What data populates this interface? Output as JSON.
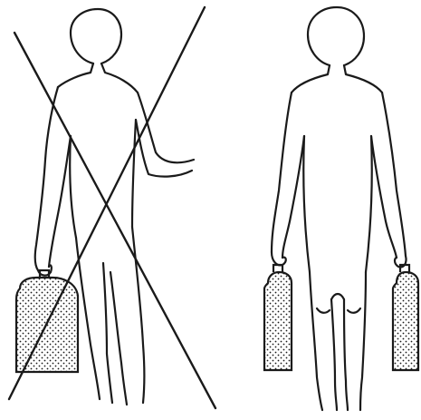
{
  "colors": {
    "ink": "#1a1a1a",
    "bag_fill": "#d9d9d9",
    "background": "#ffffff"
  },
  "figures": [
    {
      "name": "incorrect-carry",
      "bags": 1,
      "crossed_out": true
    },
    {
      "name": "correct-carry",
      "bags": 2,
      "crossed_out": false
    }
  ]
}
